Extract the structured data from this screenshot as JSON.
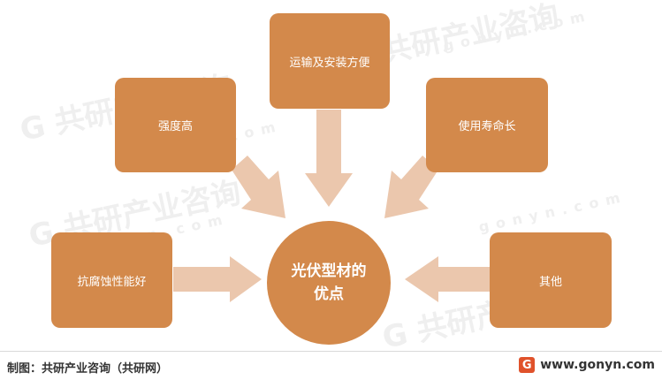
{
  "watermark": {
    "logo_text": "G 共研产业咨询",
    "url_text": "gonyn.com"
  },
  "diagram": {
    "center_line1": "光伏型材的",
    "center_line2": "优点",
    "nodes": [
      {
        "id": "install",
        "label": "运输及安装方便"
      },
      {
        "id": "strength",
        "label": "强度高"
      },
      {
        "id": "lifespan",
        "label": "使用寿命长"
      },
      {
        "id": "corrosion",
        "label": "抗腐蚀性能好"
      },
      {
        "id": "other",
        "label": "其他"
      }
    ],
    "colors": {
      "box": "#D3894B",
      "arrow": "#EBC7AD"
    }
  },
  "footer": {
    "source": "制图：共研产业咨询（共研网）",
    "logo_letter": "G",
    "url": "www.gonyn.com"
  }
}
